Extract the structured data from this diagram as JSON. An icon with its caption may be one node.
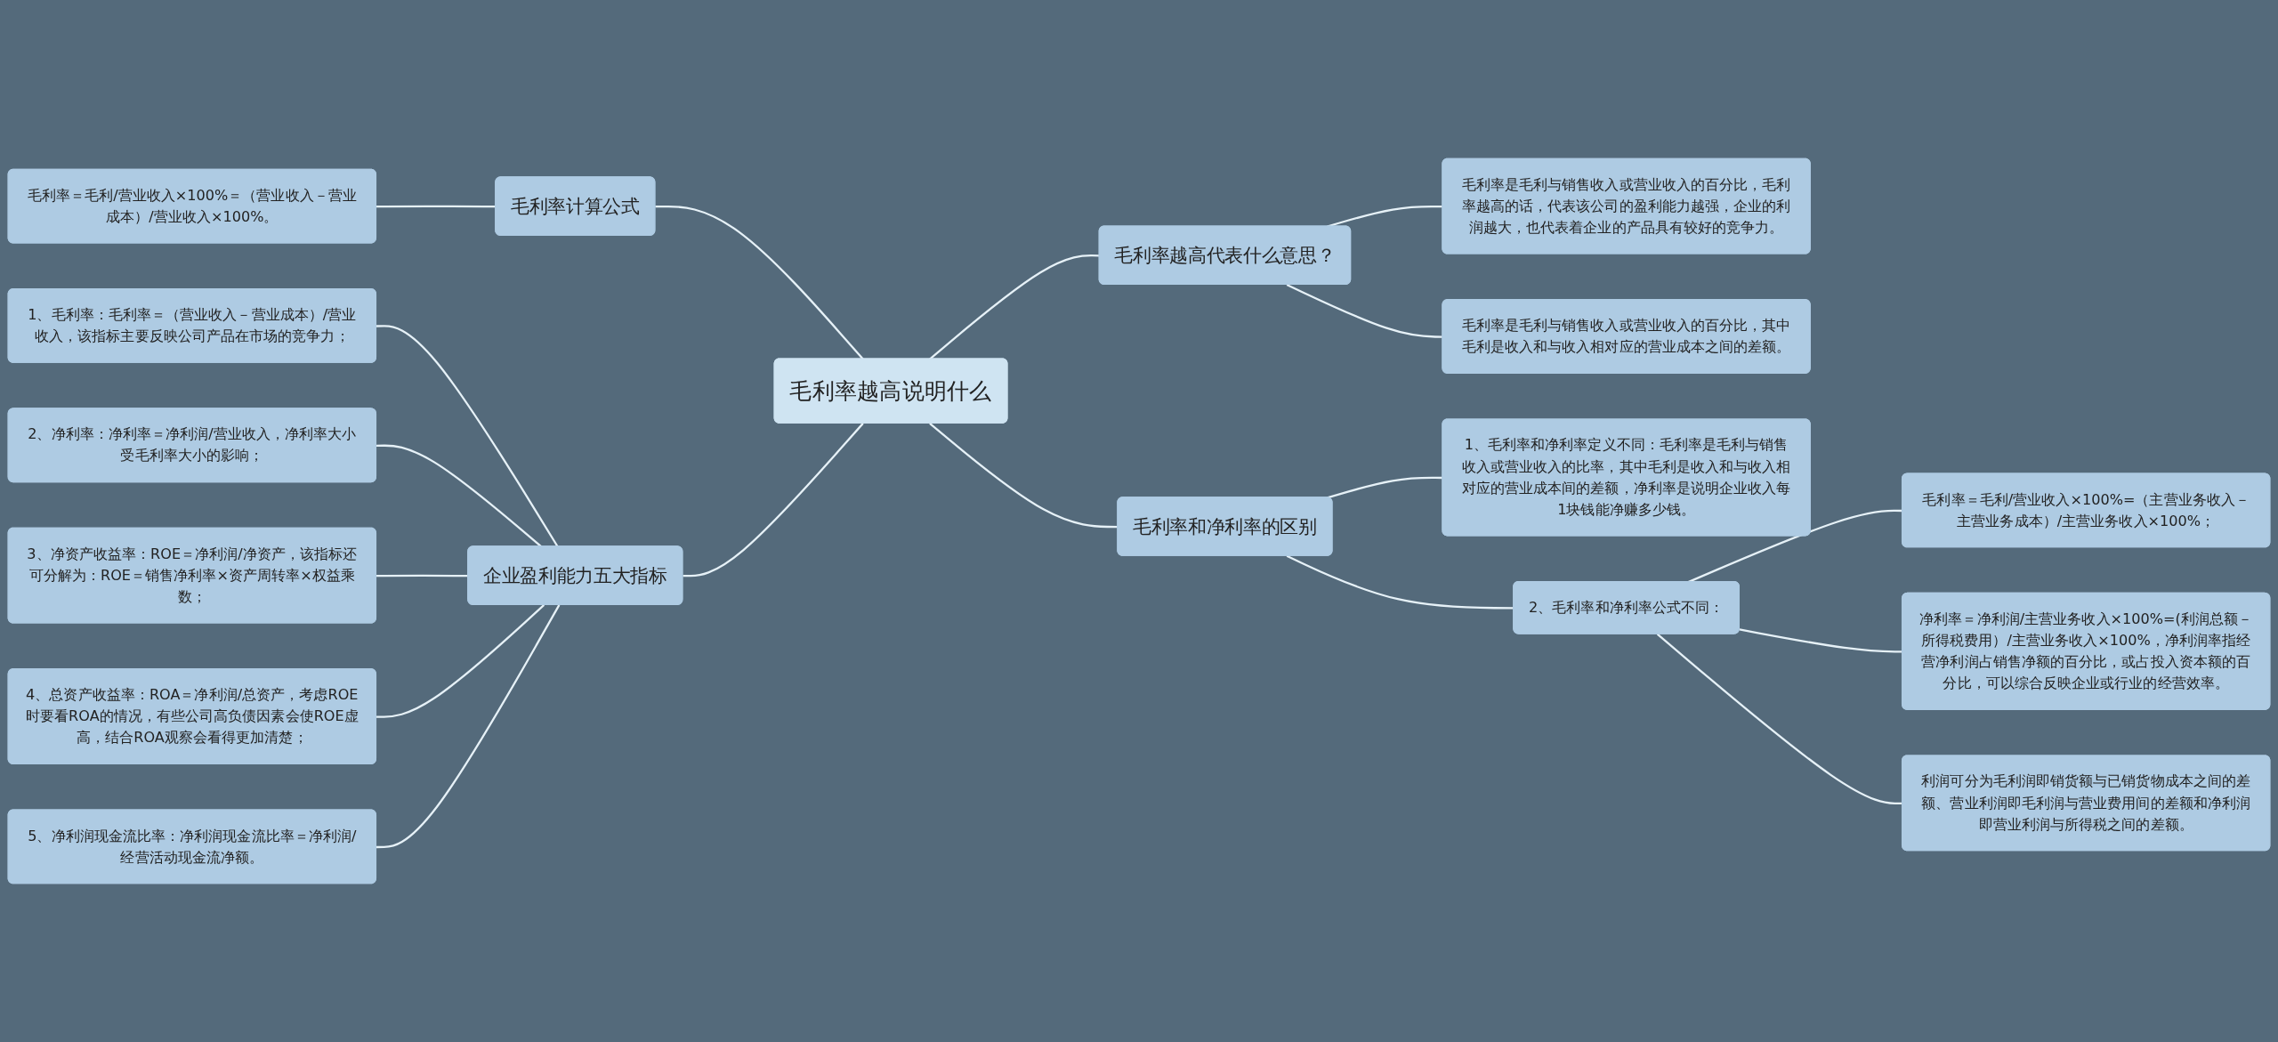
{
  "diagram": {
    "nodes": [
      {
        "text": [
          "毛利率越高说明什么"
        ]
      },
      {
        "text": [
          "毛利率计算公式"
        ]
      },
      {
        "text": [
          "毛利率＝毛利/营业收入×100%＝（营业收入－营业成本）/营业收入×100%。"
        ]
      },
      {
        "text": [
          "企业盈利能力五大指标"
        ]
      },
      {
        "text": [
          "1、毛利率：毛利率＝（营业收入－营业成本）/营业收入，该指标主要反映公司产品在市场的竞争力；"
        ]
      },
      {
        "text": [
          "2、净利率：净利率＝净利润/营业收入，净利率大小受毛利率大小的影响；"
        ]
      },
      {
        "text": [
          "3、净资产收益率：ROE＝净利润/净资产，该指标还可分解为：ROE＝销售净利率×资产周转率×权益乘数；"
        ]
      },
      {
        "text": [
          "4、总资产收益率：ROA＝净利润/总资产，考虑ROE时要看ROA的情况，有些公司高负债因素会使ROE虚高，结合ROA观察会看得更加清楚；"
        ]
      },
      {
        "text": [
          "5、净利润现金流比率：净利润现金流比率＝净利润/经营活动现金流净额。"
        ]
      },
      {
        "text": [
          "毛利率越高代表什么意思？"
        ]
      },
      {
        "text": [
          "毛利率是毛利与销售收入或营业收入的百分比，毛利率越高的话，代表该公司的盈利能力越强，企业的利润越大，也代表着企业的产品具有较好的竞争力。"
        ]
      },
      {
        "text": [
          "毛利率是毛利与销售收入或营业收入的百分比，其中毛利是收入和与收入相对应的营业成本之间的差额。"
        ]
      },
      {
        "text": [
          "毛利率和净利率的区别"
        ]
      },
      {
        "text": [
          "1、毛利率和净利率定义不同：毛利率是毛利与销售收入或营业收入的比率，其中毛利是收入和与收入相对应的营业成本间的差额，净利率是说明企业收入每1块钱能净赚多少钱。"
        ]
      },
      {
        "text": [
          "2、毛利率和净利率公式不同："
        ]
      },
      {
        "text": [
          "毛利率＝毛利/营业收入×100%=（主营业务收入－主营业务成本）/主营业务收入×100%；"
        ]
      },
      {
        "text": [
          "净利率＝净利润/主营业务收入×100%=(利润总额－所得税费用）/主营业务收入×100%，净利润率指经营净利润占销售净额的百分比，或占投入资本额的百分比，可以综合反映企业或行业的经营效率。"
        ]
      },
      {
        "text": [
          "利润可分为毛利润即销货额与已销货物成本之间的差额、营业利润即毛利润与营业费用间的差额和净利润即营业利润与所得税之间的差额。"
        ]
      }
    ],
    "edges": [
      {
        "from": 1,
        "to": 0,
        "arrow": "none"
      },
      {
        "from": 2,
        "to": 1,
        "arrow": "none"
      },
      {
        "from": 3,
        "to": 0,
        "arrow": "none"
      },
      {
        "from": 4,
        "to": 3,
        "arrow": "none"
      },
      {
        "from": 5,
        "to": 3,
        "arrow": "none"
      },
      {
        "from": 6,
        "to": 3,
        "arrow": "none"
      },
      {
        "from": 7,
        "to": 3,
        "arrow": "none"
      },
      {
        "from": 8,
        "to": 3,
        "arrow": "none"
      },
      {
        "from": 0,
        "to": 9,
        "arrow": "none"
      },
      {
        "from": 9,
        "to": 10,
        "arrow": "none"
      },
      {
        "from": 9,
        "to": 11,
        "arrow": "none"
      },
      {
        "from": 0,
        "to": 12,
        "arrow": "none"
      },
      {
        "from": 12,
        "to": 13,
        "arrow": "none"
      },
      {
        "from": 12,
        "to": 14,
        "arrow": "none"
      },
      {
        "from": 14,
        "to": 15,
        "arrow": "none"
      },
      {
        "from": 14,
        "to": 16,
        "arrow": "none"
      },
      {
        "from": 14,
        "to": 17,
        "arrow": "none"
      }
    ]
  }
}
